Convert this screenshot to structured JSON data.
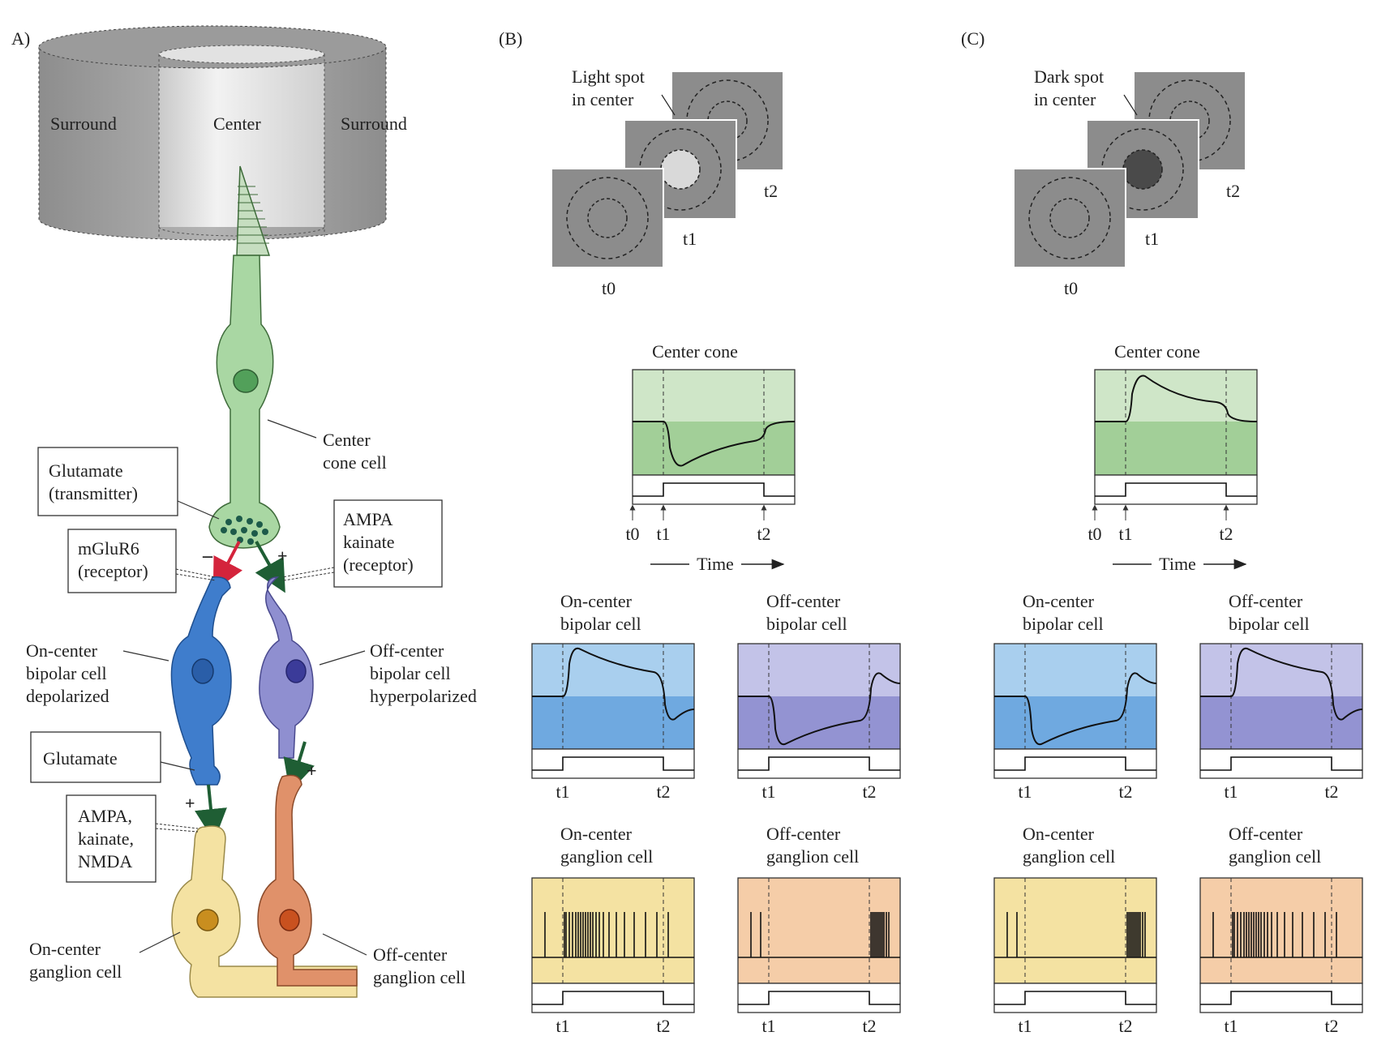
{
  "panels": {
    "a": {
      "label": "A)",
      "cylinder": {
        "surround_left": "Surround",
        "center": "Center",
        "surround_right": "Surround"
      },
      "center_cone_cell": [
        "Center",
        "cone cell"
      ],
      "boxes": {
        "glutamate_transmitter": [
          "Glutamate",
          "(transmitter)"
        ],
        "mglur6": [
          "mGluR6",
          "(receptor)"
        ],
        "ampa_kainate": [
          "AMPA",
          "kainate",
          "(receptor)"
        ],
        "glutamate": [
          "Glutamate"
        ],
        "ampa_kainate_nmda": [
          "AMPA,",
          "kainate,",
          "NMDA"
        ]
      },
      "labels": {
        "on_bipolar": [
          "On-center",
          "bipolar cell",
          "depolarized"
        ],
        "off_bipolar": [
          "Off-center",
          "bipolar cell",
          "hyperpolarized"
        ],
        "on_ganglion": [
          "On-center",
          "ganglion cell"
        ],
        "off_ganglion": [
          "Off-center",
          "ganglion cell"
        ]
      },
      "signs": {
        "minus": "–",
        "plus": "+"
      }
    },
    "b": {
      "label": "(B)",
      "spot_label": [
        "Light spot",
        "in center"
      ],
      "frame_labels": [
        "t0",
        "t1",
        "t2"
      ],
      "cone_title": "Center cone",
      "time_ticks": [
        "t0",
        "t1",
        "t2"
      ],
      "time_axis": "Time",
      "bipolar_titles": [
        [
          "On-center",
          "bipolar cell"
        ],
        [
          "Off-center",
          "bipolar cell"
        ]
      ],
      "ganglion_titles": [
        [
          "On-center",
          "ganglion cell"
        ],
        [
          "Off-center",
          "ganglion cell"
        ]
      ],
      "tick_labels": [
        "t1",
        "t2"
      ]
    },
    "c": {
      "label": "(C)",
      "spot_label": [
        "Dark spot",
        "in center"
      ],
      "frame_labels": [
        "t0",
        "t1",
        "t2"
      ],
      "cone_title": "Center cone",
      "time_ticks": [
        "t0",
        "t1",
        "t2"
      ],
      "time_axis": "Time",
      "bipolar_titles": [
        [
          "On-center",
          "bipolar cell"
        ],
        [
          "Off-center",
          "bipolar cell"
        ]
      ],
      "ganglion_titles": [
        [
          "On-center",
          "ganglion cell"
        ],
        [
          "Off-center",
          "ganglion cell"
        ]
      ],
      "tick_labels": [
        "t1",
        "t2"
      ]
    }
  },
  "colors": {
    "cone_light": "#cfe6c8",
    "cone_dark": "#a2cf98",
    "blue_light": "#a9cfee",
    "blue_dark": "#6fa9e0",
    "violet_light": "#c3c3e8",
    "violet_dark": "#9393d2",
    "yellow": "#f4e2a2",
    "peach": "#f5cda8",
    "frame_gray": "#8c8c8c",
    "light_spot": "#d9d9d9",
    "dark_spot": "#4a4a4a"
  }
}
